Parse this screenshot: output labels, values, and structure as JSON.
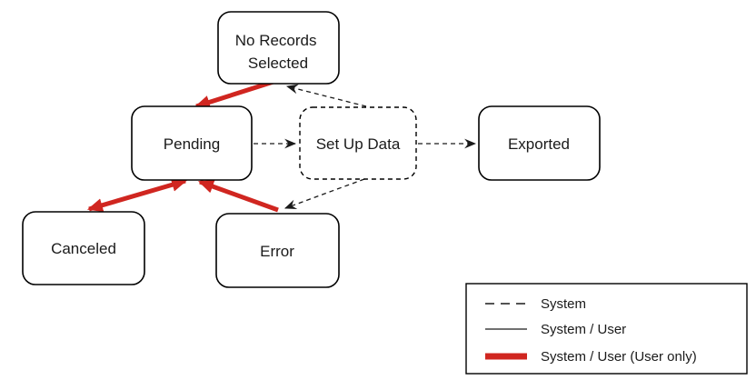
{
  "diagram": {
    "nodes": {
      "no_records_selected": {
        "label": "No Records Selected",
        "label_line1": "No Records",
        "label_line2": "Selected",
        "border": "solid"
      },
      "pending": {
        "label": "Pending",
        "border": "solid"
      },
      "set_up_data": {
        "label": "Set Up Data",
        "border": "dashed"
      },
      "exported": {
        "label": "Exported",
        "border": "solid"
      },
      "canceled": {
        "label": "Canceled",
        "border": "solid"
      },
      "error": {
        "label": "Error",
        "border": "solid"
      }
    },
    "edges": [
      {
        "from": "pending",
        "to": "set_up_data",
        "style": "dashed",
        "meaning": "System"
      },
      {
        "from": "set_up_data",
        "to": "exported",
        "style": "dashed",
        "meaning": "System"
      },
      {
        "from": "set_up_data",
        "to": "no_records_selected",
        "style": "dashed",
        "meaning": "System"
      },
      {
        "from": "set_up_data",
        "to": "error",
        "style": "dashed",
        "meaning": "System"
      },
      {
        "from": "no_records_selected",
        "to": "pending",
        "style": "thick-red",
        "meaning": "System / User (User only)"
      },
      {
        "from": "pending",
        "to": "canceled",
        "style": "thick-red",
        "bidirectional": true,
        "meaning": "System / User (User only)"
      },
      {
        "from": "error",
        "to": "pending",
        "style": "thick-red",
        "meaning": "System / User (User only)"
      }
    ]
  },
  "legend": {
    "items": [
      {
        "key": "system",
        "line_style": "dashed-black",
        "label": "System"
      },
      {
        "key": "system_user",
        "line_style": "solid-black",
        "label": "System / User"
      },
      {
        "key": "system_user_user_only",
        "line_style": "thick-red",
        "label": "System / User (User only)"
      }
    ]
  },
  "colors": {
    "red_arrow": "#d02620",
    "line_black": "#1a1a1a",
    "background": "#ffffff"
  }
}
